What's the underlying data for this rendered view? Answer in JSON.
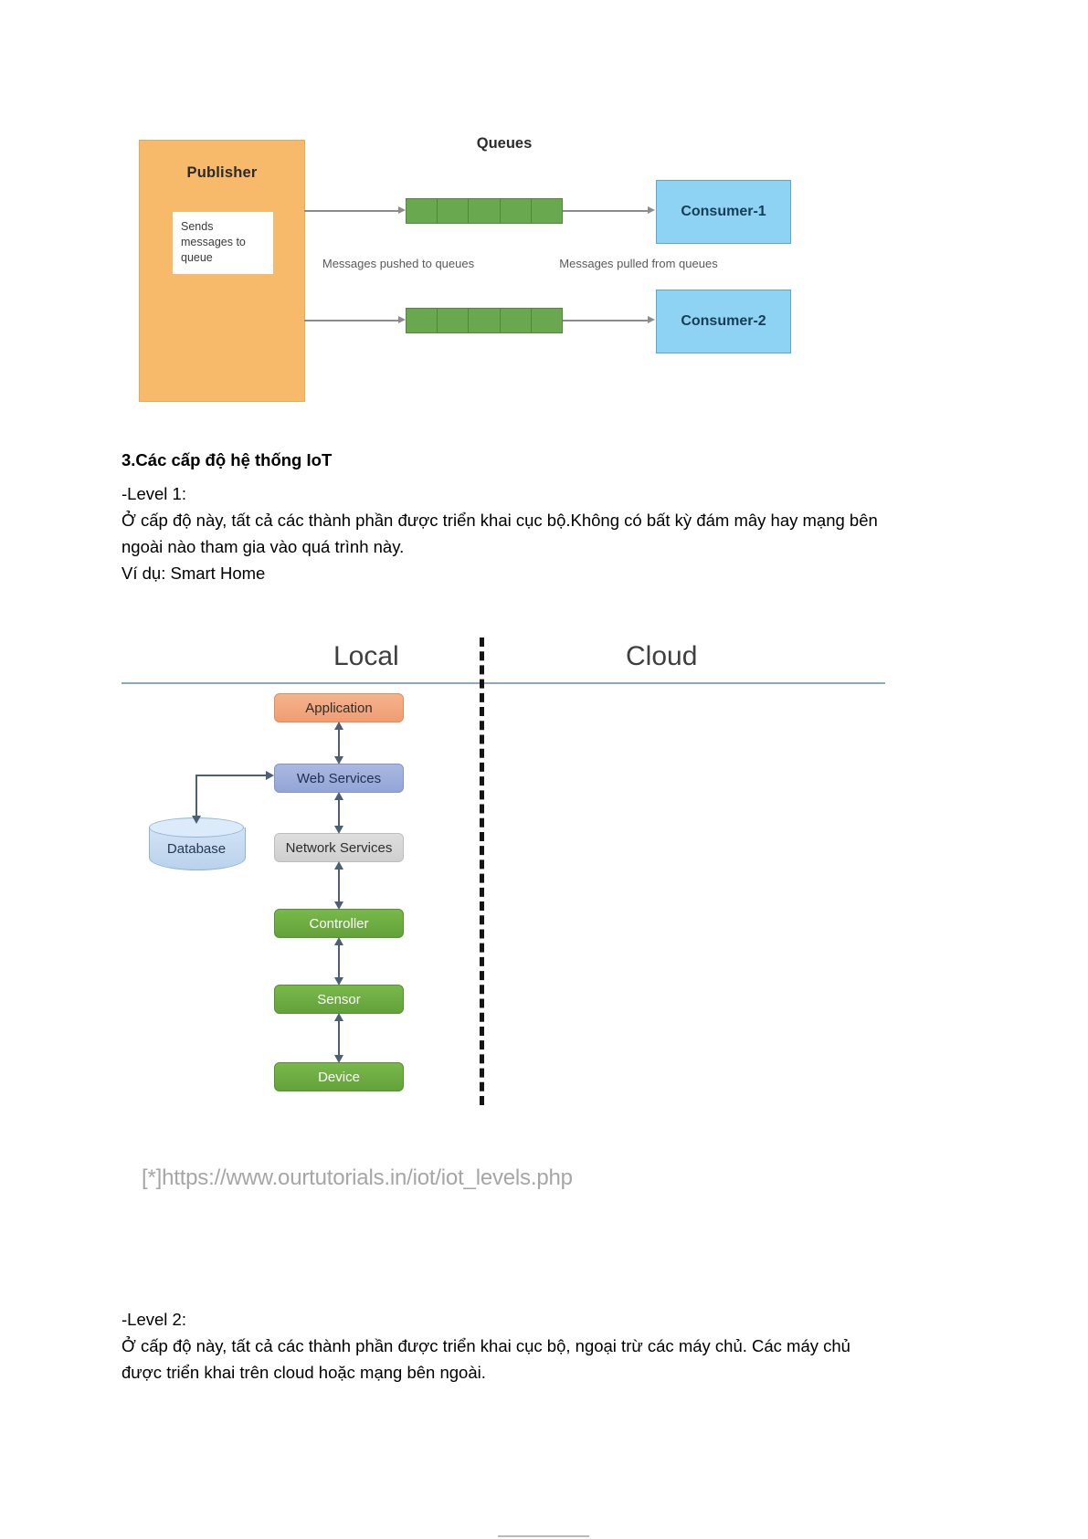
{
  "figure_pubsub": {
    "publisher": {
      "title": "Publisher",
      "note": "Sends messages to queue"
    },
    "queues_label": "Queues",
    "queue_cells": 5,
    "captions": {
      "push": "Messages pushed to queues",
      "pull": "Messages pulled from queues"
    },
    "consumers": [
      {
        "label": "Consumer-1"
      },
      {
        "label": "Consumer-2"
      }
    ],
    "colors": {
      "publisher": "#f7b96a",
      "queue": "#6aa84f",
      "consumer": "#8fd3f4",
      "arrow": "#8c8c8c"
    }
  },
  "document": {
    "heading": "3.Các cấp độ hệ thống IoT",
    "level1": {
      "label": "-Level 1:",
      "body": "Ở cấp độ này, tất cả các thành phần được triển khai cục bộ.Không có bất kỳ đám mây hay mạng bên ngoài nào tham gia vào quá trình này.",
      "example": "Ví dụ: Smart Home"
    },
    "level2": {
      "label": "-Level 2:",
      "body": "Ở cấp độ này, tất cả các thành phần được triển khai cục bộ, ngoại trừ các máy chủ. Các máy chủ được triển khai trên cloud hoặc mạng bên ngoài."
    }
  },
  "figure_iot_level1": {
    "zones": {
      "local": "Local",
      "cloud": "Cloud"
    },
    "nodes": {
      "application": "Application",
      "web_services": "Web Services",
      "network_services": "Network Services",
      "controller": "Controller",
      "sensor": "Sensor",
      "device": "Device",
      "database": "Database"
    },
    "colors": {
      "application": "#f09d72",
      "web_services": "#93a5d8",
      "network_services": "#cfcfcf",
      "green_node": "#63a23a",
      "database": "#b9d2ec",
      "connector": "#4b5f75",
      "zone_rule": "#8ba7c9",
      "divider": "#141414"
    },
    "source": "[*]https://www.ourtutorials.in/iot/iot_levels.php"
  }
}
